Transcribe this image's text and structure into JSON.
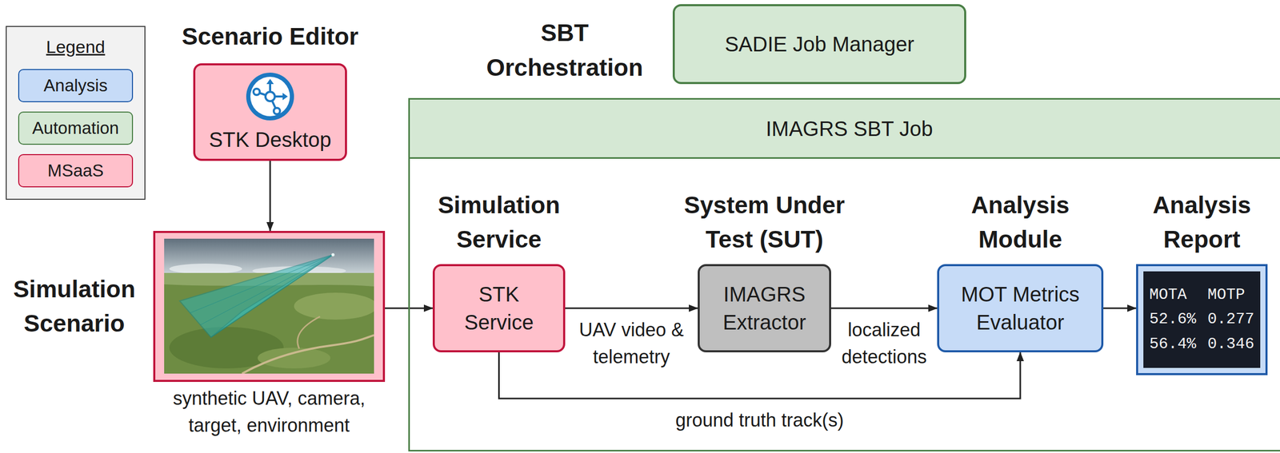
{
  "diagram": {
    "nodes": [
      {
        "text": [
          "Scenario Editor",
          "STK Desktop"
        ]
      },
      {
        "text": [
          "Simulation Scenario",
          "synthetic UAV, camera, target, environment"
        ]
      },
      {
        "text": [
          "SADIE Job Manager"
        ]
      },
      {
        "text": [
          "IMAGRS SBT Job"
        ]
      },
      {
        "text": [
          "Simulation Service",
          "STK Service"
        ],
        "in": 3
      },
      {
        "text": [
          "System Under Test (SUT)",
          "IMAGRS Extractor"
        ],
        "in": 3
      },
      {
        "text": [
          "Analysis Module",
          "MOT Metrics Evaluator"
        ],
        "in": 3
      },
      {
        "text": [
          "Analysis Report",
          "MOTA",
          "MOTP",
          "52.6%",
          "0.277",
          "56.4%",
          "0.346"
        ],
        "in": 3
      }
    ],
    "edges": [
      {
        "from": 0,
        "to": 1,
        "arrow": "to"
      },
      {
        "from": 1,
        "to": 4,
        "arrow": "to"
      },
      {
        "from": 4,
        "to": 5,
        "label": "UAV video & telemetry",
        "arrow": "to"
      },
      {
        "from": 5,
        "to": 6,
        "label": "localized detections",
        "arrow": "to"
      },
      {
        "from": 4,
        "to": 6,
        "label": "ground truth track(s)",
        "arrow": "to"
      },
      {
        "from": 6,
        "to": 7,
        "arrow": "to"
      }
    ],
    "labels": [
      "Legend",
      "SBT Orchestration"
    ],
    "legend": [
      {
        "text": "Analysis",
        "color": "#c6dbf7"
      },
      {
        "text": "Automation",
        "color": "#d5e8d4"
      },
      {
        "text": "MSaaS",
        "color": "#ffc0cb"
      }
    ]
  }
}
